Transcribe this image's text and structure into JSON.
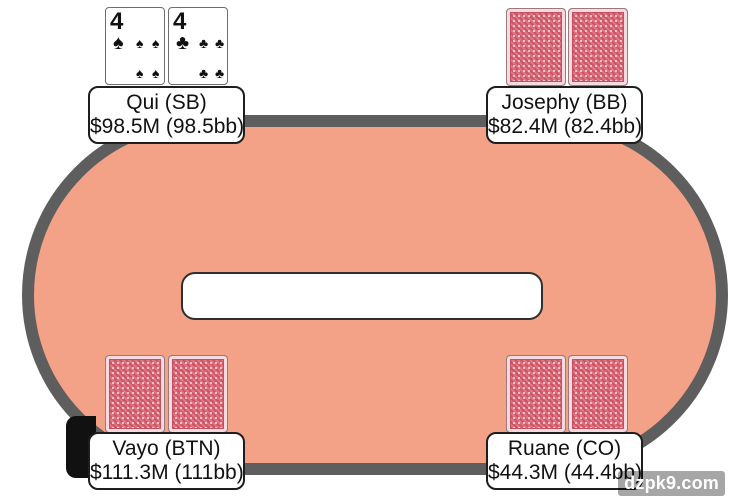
{
  "players": {
    "sb": {
      "name": "Qui (SB)",
      "stack": "$98.5M (98.5bb)"
    },
    "bb": {
      "name": "Josephy (BB)",
      "stack": "$82.4M (82.4bb)"
    },
    "btn": {
      "name": "Vayo (BTN)",
      "stack": "$111.3M (111bb)"
    },
    "co": {
      "name": "Ruane (CO)",
      "stack": "$44.3M (44.4bb)"
    }
  },
  "sb_cards": [
    {
      "rank": "4",
      "suit": "♠",
      "suit_name": "spade"
    },
    {
      "rank": "4",
      "suit": "♣",
      "suit_name": "club"
    }
  ],
  "watermark": "dzpk9.com",
  "colors": {
    "felt": "#f3a287",
    "rail": "#5e5e5e",
    "card_back": "#d85a6a"
  }
}
